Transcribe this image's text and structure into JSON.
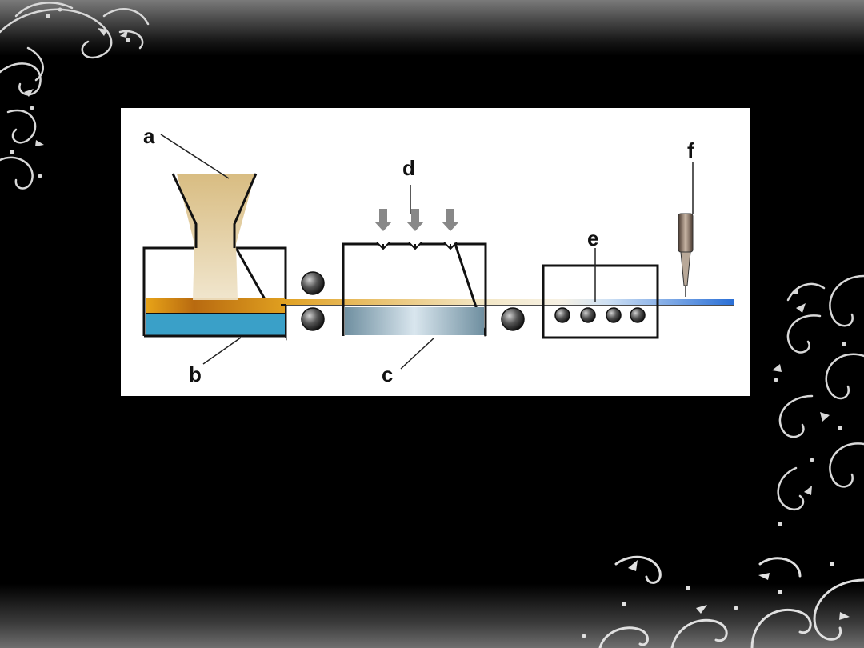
{
  "diagram": {
    "labels": {
      "a": "a",
      "b": "b",
      "c": "c",
      "d": "d",
      "e": "e",
      "f": "f"
    },
    "colors": {
      "background": "#000000",
      "panel": "#ffffff",
      "powder": "#d9b97a",
      "glass_melt": "#e0a020",
      "tin_bath": "#3aa0c8",
      "ribbon_blue": "#2a6fd6",
      "outline": "#111111",
      "roller": "#333333"
    }
  },
  "decor": {
    "ornament_color": "#d8d8d8"
  }
}
